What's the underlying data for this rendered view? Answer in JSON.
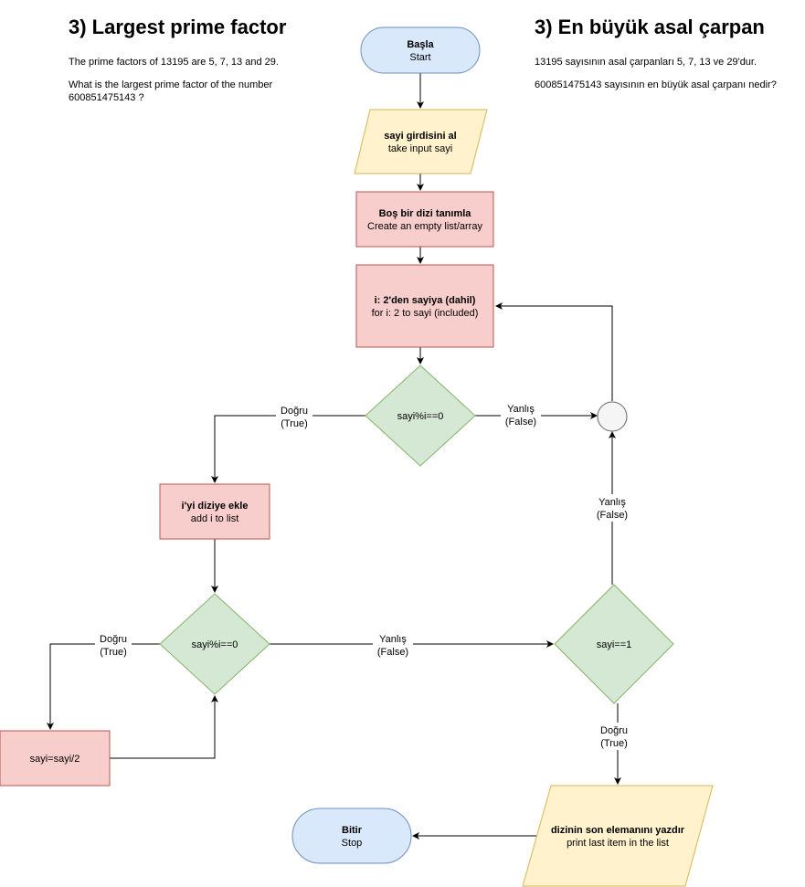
{
  "left_panel": {
    "title": "3) Largest prime factor",
    "line1": "The prime factors of 13195 are 5, 7, 13 and 29.",
    "line2a": "What is the largest prime factor of the number",
    "line2b": "600851475143 ?"
  },
  "right_panel": {
    "title": "3) En büyük asal çarpan",
    "line1": "13195 sayısının asal çarpanları 5, 7, 13 ve 29'dur.",
    "line2": "600851475143 sayısının en büyük asal çarpanı nedir?"
  },
  "nodes": {
    "start": {
      "tr": "Başla",
      "en": "Start"
    },
    "input": {
      "tr": "sayi girdisini al",
      "en": "take input sayi"
    },
    "init_list": {
      "tr": "Boş bir dizi tanımla",
      "en": "Create an empty list/array"
    },
    "loop": {
      "tr": "i: 2'den sayiya (dahil)",
      "en": "for i: 2 to sayi (included)"
    },
    "cond1": {
      "text": "sayi%i==0"
    },
    "add": {
      "tr": "i'yi diziye ekle",
      "en": "add i to list"
    },
    "cond2": {
      "text": "sayi%i==0"
    },
    "divide": {
      "text": "sayi=sayi/2"
    },
    "cond3": {
      "text": "sayi==1"
    },
    "print": {
      "tr": "dizinin son elemanını yazdır",
      "en": "print last item in the list"
    },
    "stop": {
      "tr": "Bitir",
      "en": "Stop"
    }
  },
  "edge_labels": {
    "cond1_true": {
      "a": "Doğru",
      "b": "(True)"
    },
    "cond1_false": {
      "a": "Yanlış",
      "b": "(False)"
    },
    "cond2_true": {
      "a": "Doğru",
      "b": "(True)"
    },
    "cond2_false": {
      "a": "Yanlış",
      "b": "(False)"
    },
    "cond3_false": {
      "a": "Yanlış",
      "b": "(False)"
    },
    "cond3_true": {
      "a": "Doğru",
      "b": "(True)"
    }
  },
  "colors": {
    "terminal_fill": "#dae8fc",
    "terminal_stroke": "#6c8ebf",
    "io_fill": "#fff2cc",
    "io_stroke": "#d6b656",
    "process_fill": "#f8cecc",
    "process_stroke": "#b85450",
    "decision_fill": "#d5e8d4",
    "decision_stroke": "#82b366",
    "junction_fill": "#f5f5f5",
    "junction_stroke": "#666666"
  }
}
